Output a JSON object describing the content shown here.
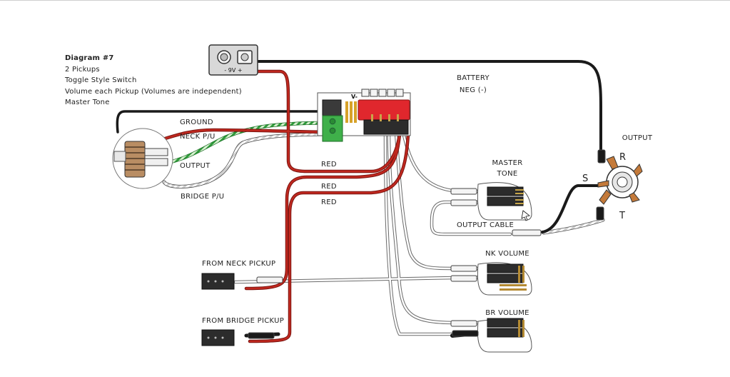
{
  "legend": {
    "title": "Diagram #7",
    "lines": [
      "2 Pickups",
      "Toggle Style Switch",
      "Volume each Pickup (Volumes are independent)",
      "Master Tone"
    ]
  },
  "battery": {
    "label": "- 9V +",
    "neg_label_1": "BATTERY",
    "neg_label_2": "NEG (-)"
  },
  "switch_board": {
    "label": "V-"
  },
  "wires": {
    "ground": "GROUND",
    "neck_pu": "NECK P/U",
    "output": "OUTPUT",
    "bridge_pu": "BRIDGE P/U",
    "red_1": "RED",
    "red_2": "RED",
    "red_3": "RED",
    "output_cable": "OUTPUT CABLE"
  },
  "pots": {
    "master_tone_1": "MASTER",
    "master_tone_2": "TONE",
    "nk_volume": "NK VOLUME",
    "br_volume": "BR VOLUME"
  },
  "pickups": {
    "neck": "FROM NECK PICKUP",
    "bridge": "FROM BRIDGE PICKUP"
  },
  "jack": {
    "title": "OUTPUT",
    "r": "R",
    "s": "S",
    "t": "T"
  },
  "colors": {
    "red_wire": "#b0221e",
    "green_wire": "#2e9a3a",
    "black_wire": "#1a1a1a",
    "header_red": "#e0272d"
  }
}
